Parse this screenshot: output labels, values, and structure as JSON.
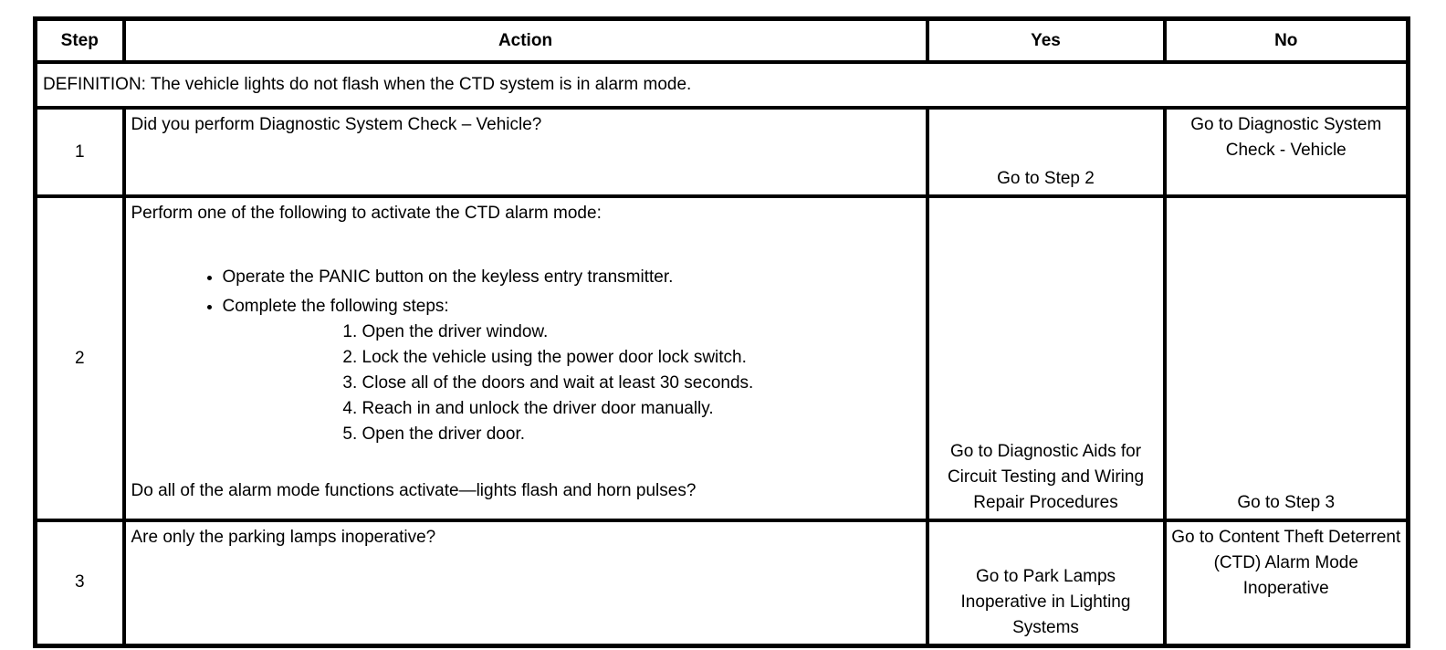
{
  "table": {
    "header": {
      "step": "Step",
      "action": "Action",
      "yes": "Yes",
      "no": "No"
    },
    "definition": "DEFINITION: The vehicle lights do not flash when the CTD system is in alarm mode.",
    "rows": [
      {
        "step": "1",
        "action": {
          "question": "Did you perform Diagnostic System Check – Vehicle?"
        },
        "yes": "Go to Step 2",
        "no": "Go to Diagnostic System Check - Vehicle"
      },
      {
        "step": "2",
        "action": {
          "intro": "Perform one of the following to activate the CTD alarm mode:",
          "bullets": [
            "Operate the PANIC button on the keyless entry transmitter.",
            "Complete the following steps:"
          ],
          "numbered_steps": [
            "Open the driver window.",
            "Lock the vehicle using the power door lock switch.",
            "Close all of the doors and wait at least 30 seconds.",
            "Reach in and unlock the driver door manually.",
            "Open the driver door."
          ],
          "question": "Do all of the alarm mode functions activate—lights flash and horn pulses?"
        },
        "yes": "Go to Diagnostic Aids for Circuit Testing and Wiring Repair Procedures",
        "no": "Go to Step 3"
      },
      {
        "step": "3",
        "action": {
          "question": "Are only the parking lamps inoperative?"
        },
        "yes": "Go to Park Lamps Inoperative in Lighting Systems",
        "no": "Go to Content Theft Deterrent (CTD) Alarm Mode Inoperative"
      }
    ]
  },
  "colors": {
    "border": "#000000",
    "text": "#000000",
    "background": "#ffffff"
  }
}
